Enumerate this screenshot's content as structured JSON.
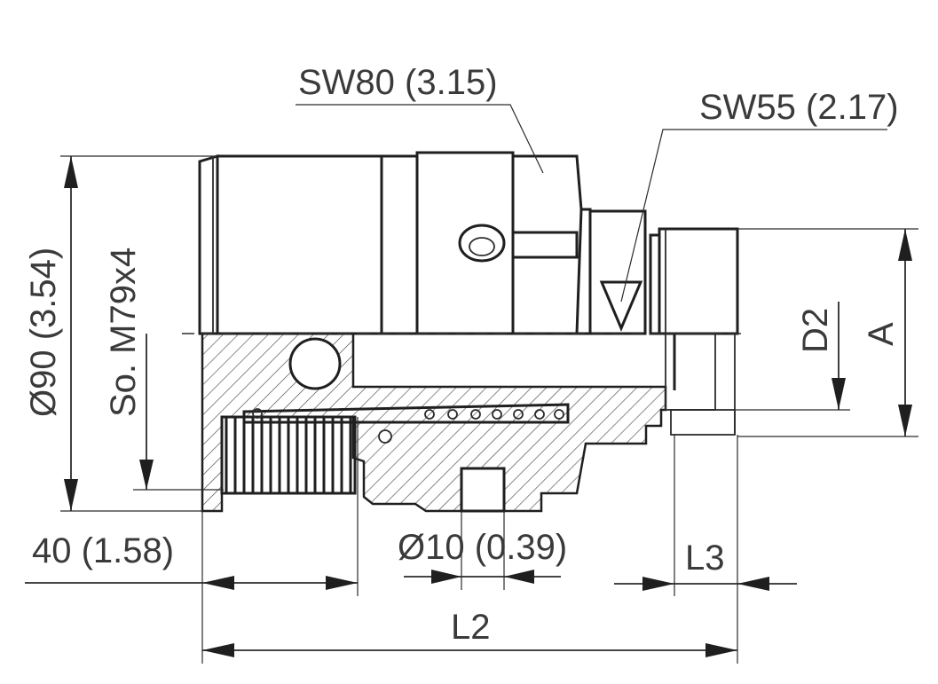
{
  "labels": {
    "sw80": "SW80 (3.15)",
    "sw55": "SW55 (2.17)",
    "dia90": "Ø90 (3.54)",
    "thread": "So. M79x4",
    "d2": "D2",
    "a": "A",
    "len40": "40 (1.58)",
    "dia10": "Ø10 (0.39)",
    "l3": "L3",
    "l2": "L2"
  }
}
